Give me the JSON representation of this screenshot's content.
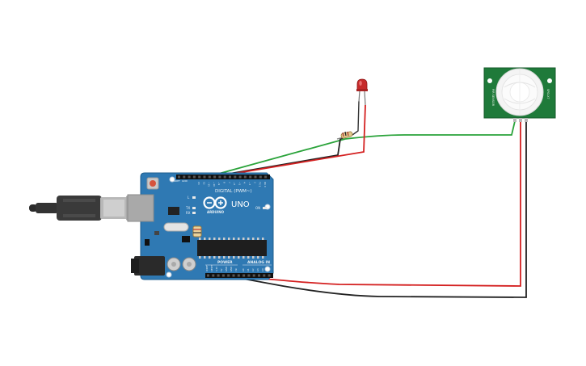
{
  "board": {
    "model_label": "UNO",
    "brand_label": "ARDUINO",
    "digital_header_label": "DIGITAL (PWM~)",
    "power_label": "POWER",
    "analog_label": "ANALOG IN",
    "tx_label": "TX",
    "rx_label": "RX",
    "l_label": "L",
    "on_label": "ON",
    "aref_label": "AREF",
    "gnd_label": "GND",
    "digital_pins": [
      "13",
      "12",
      "~11",
      "~10",
      "~9",
      "8",
      "7",
      "~6",
      "~5",
      "4",
      "~3",
      "2",
      "TX 1",
      "RX 0"
    ],
    "power_pins": [
      "IOREF",
      "RESET",
      "3.3V",
      "5V",
      "GND",
      "GND",
      "Vin"
    ],
    "analog_pins": [
      "A0",
      "A1",
      "A2",
      "A3",
      "A4",
      "A5"
    ]
  },
  "pir_sensor": {
    "left_label": "PIR SENSOR",
    "right_label": "SPD-X7"
  },
  "wire_colors": {
    "signal": "#2aa33a",
    "power": "#d42020",
    "ground": "#222222"
  },
  "icons": {
    "usb": "usb-cable-icon",
    "led": "red-led-icon",
    "resistor": "resistor-icon",
    "pir": "pir-sensor-icon",
    "arduino_logo": "infinity-logo-icon"
  }
}
